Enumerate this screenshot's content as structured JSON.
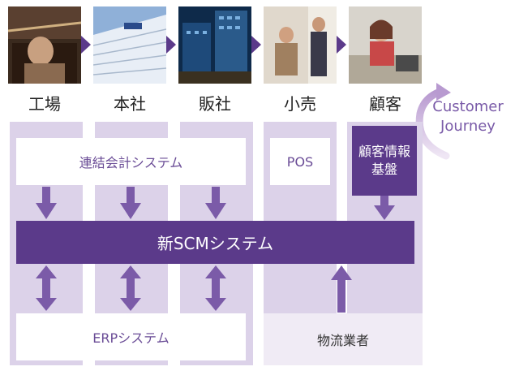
{
  "stages": [
    {
      "label": "工場",
      "icon": "factory-photo"
    },
    {
      "label": "本社",
      "icon": "headquarters-photo"
    },
    {
      "label": "販社",
      "icon": "sales-company-photo"
    },
    {
      "label": "小売",
      "icon": "retail-photo"
    },
    {
      "label": "顧客",
      "icon": "customer-photo"
    }
  ],
  "journey": {
    "line1": "Customer",
    "line2": "Journey"
  },
  "boxes": {
    "consolidated_accounting": "連結会計システム",
    "pos": "POS",
    "customer_info_line1": "顧客情報",
    "customer_info_line2": "基盤",
    "new_scm": "新SCMシステム",
    "erp": "ERPシステム",
    "logistics": "物流業者"
  },
  "colors": {
    "primary": "#5b3a8a",
    "lane": "#dcd2e9",
    "arrow": "#7b5ba8",
    "logistics_bg": "#f0ebf5"
  }
}
